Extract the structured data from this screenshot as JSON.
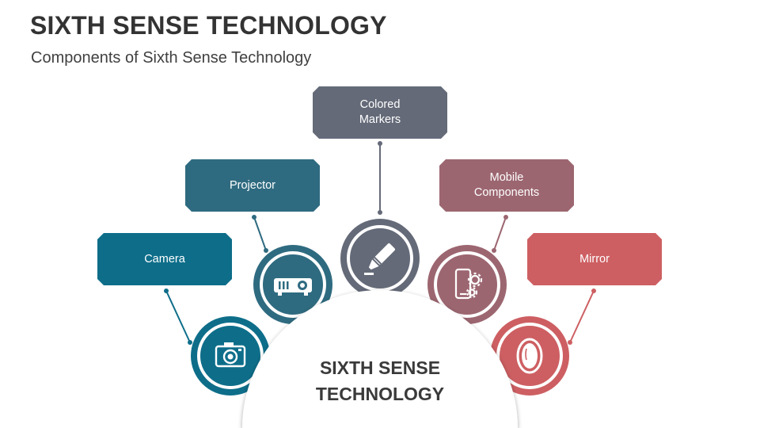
{
  "title": "SIXTH SENSE TECHNOLOGY",
  "subtitle": "Components of Sixth Sense Technology",
  "center": {
    "line1": "SIXTH SENSE",
    "line2": "TECHNOLOGY"
  },
  "components": [
    {
      "line1": "Camera",
      "line2": "",
      "color": "#0e6e8a",
      "icon": "camera-icon"
    },
    {
      "line1": "Projector",
      "line2": "",
      "color": "#2f6b80",
      "icon": "projector-icon"
    },
    {
      "line1": "Colored",
      "line2": "Markers",
      "color": "#646a78",
      "icon": "marker-icon"
    },
    {
      "line1": "Mobile",
      "line2": "Components",
      "color": "#9c6670",
      "icon": "mobile-gears-icon"
    },
    {
      "line1": "Mirror",
      "line2": "",
      "color": "#cd5f62",
      "icon": "mirror-icon"
    }
  ]
}
